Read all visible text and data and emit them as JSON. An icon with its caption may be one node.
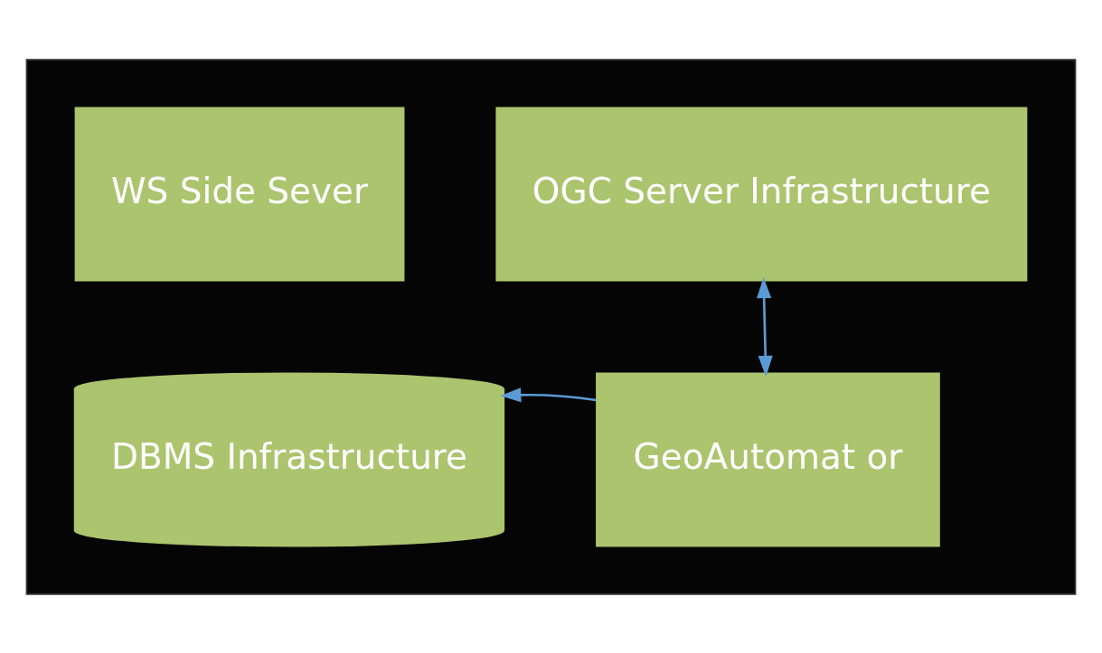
{
  "diagram": {
    "nodes": [
      {
        "text": [],
        "shape": "box"
      },
      {
        "text": [
          "WS Side Sever"
        ],
        "in": 0
      },
      {
        "text": [
          "OGC Server Infrastructure"
        ],
        "in": 0
      },
      {
        "text": [
          "DBMS Infrastructure"
        ],
        "in": 0
      },
      {
        "text": [
          "GeoAutomat or"
        ],
        "in": 0
      }
    ],
    "edges": [
      {
        "from": 4,
        "to": 3,
        "arrow": "to"
      },
      {
        "from": 2,
        "to": 4,
        "arrow": "both"
      }
    ]
  }
}
